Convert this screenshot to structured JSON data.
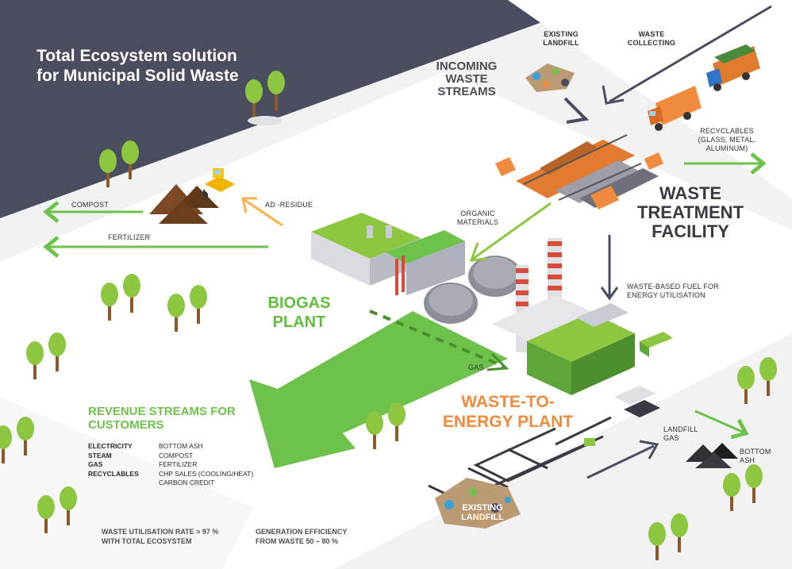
{
  "title": "Total Ecosystem solution for Municipal Solid Waste",
  "incoming": {
    "title": "INCOMING WASTE STREAMS",
    "existing_landfill": "EXISTING LANDFILL",
    "waste_collecting": "WASTE COLLECTING"
  },
  "treatment": {
    "title": "WASTE TREATMENT FACILITY",
    "recyclables": "RECYCLABLES (GLASS, METAL, ALUMINUM)",
    "organic": "ORGANIC MATERIALS",
    "fuel": "WASTE-BASED FUEL FOR ENERGY UTILISATION"
  },
  "biogas": {
    "title": "BIOGAS PLANT",
    "compost": "COMPOST",
    "fertilizer": "FERTILIZER",
    "ad_residue": "AD -RESIDUE",
    "gas": "GAS"
  },
  "wte": {
    "title": "WASTE-TO-ENERGY PLANT",
    "landfill_gas": "LANDFILL GAS",
    "bottom_ash": "BOTTOM ASH",
    "existing_landfill": "EXISTING LANDFILL"
  },
  "revenue": {
    "title": "REVENUE STREAMS FOR CUSTOMERS",
    "left": [
      "ELECTRICITY",
      "STEAM",
      "GAS",
      "RECYCLABLES"
    ],
    "right": [
      "BOTTOM ASH",
      "COMPOST",
      "FERTILIZER",
      "CHP SALES (COOLING/HEAT)",
      "CARBON CREDIT"
    ]
  },
  "stats": {
    "utilisation_line1": "WASTE UTILISATION RATE > 97 %",
    "utilisation_line2": "WITH TOTAL ECOSYSTEM",
    "efficiency_line1": "GENERATION EFFICIENCY",
    "efficiency_line2": "FROM WASTE 50 – 80 %"
  },
  "colors": {
    "green": "#6cc24a",
    "orange": "#f08a3c",
    "dark": "#4a4d5e"
  }
}
